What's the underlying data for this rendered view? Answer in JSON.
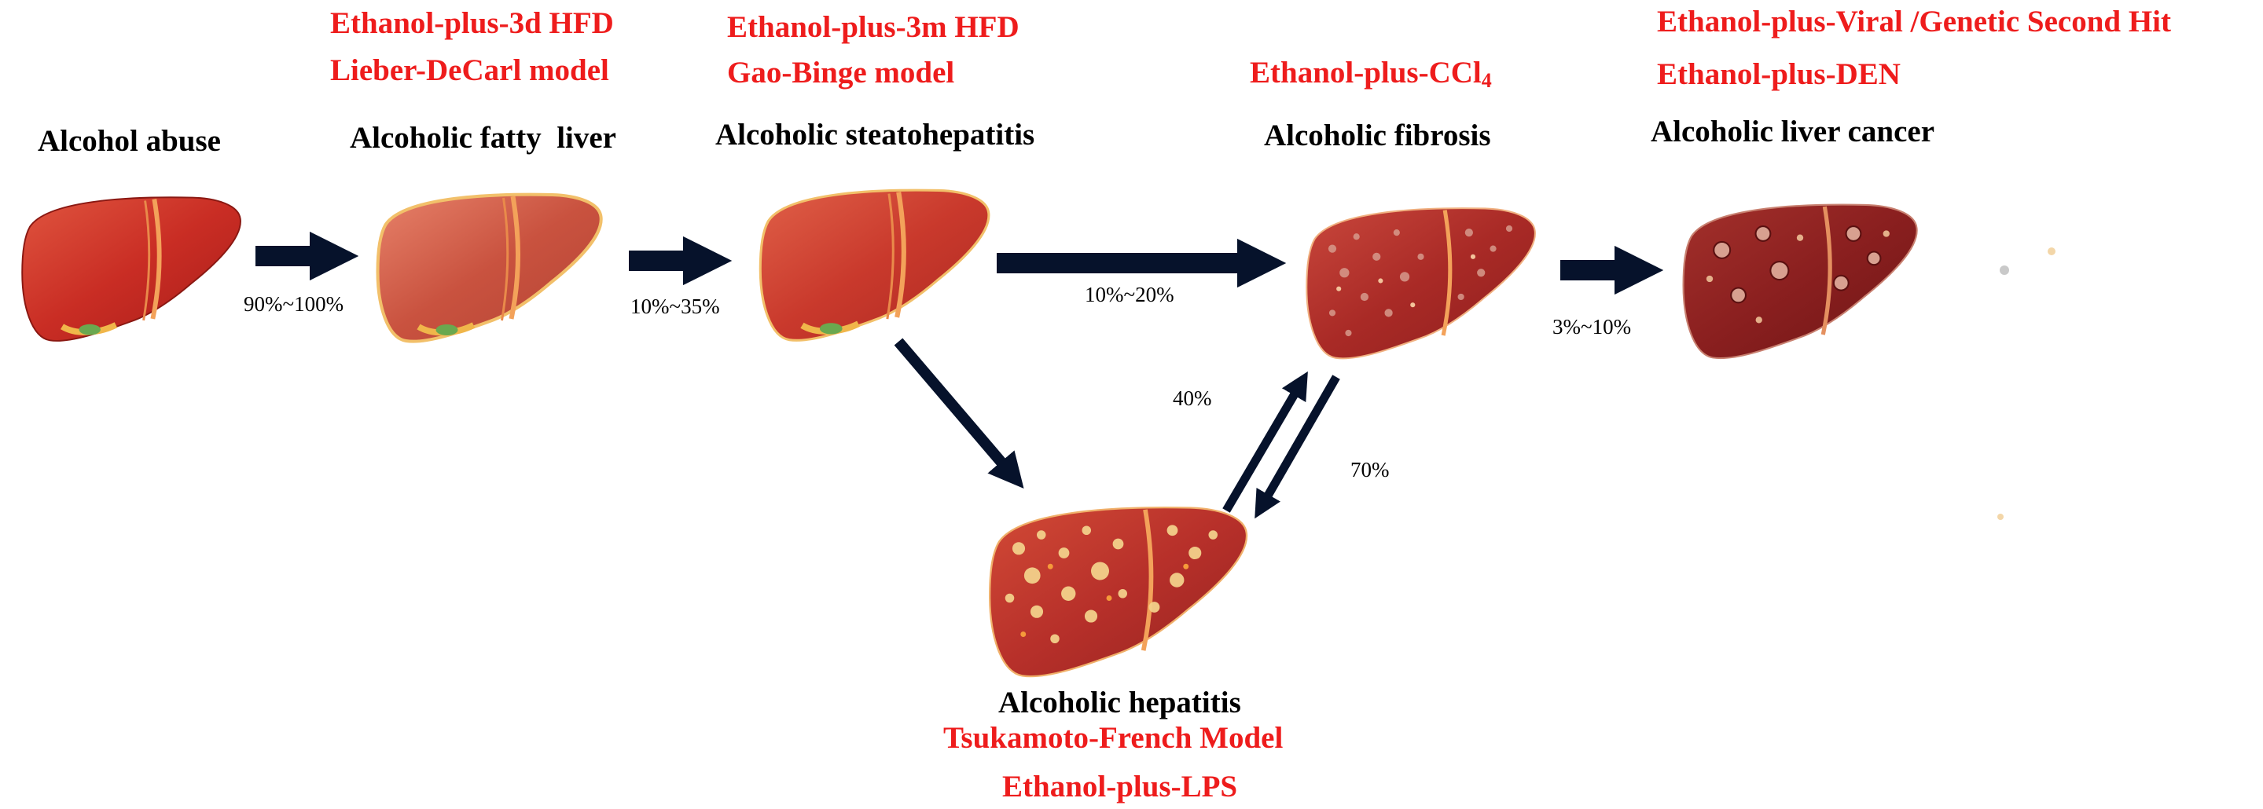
{
  "colors": {
    "model_text": "#ee1c1c",
    "stage_text": "#000000",
    "arrow": "#06122b",
    "liver_healthy": "#c8322a",
    "liver_fatty": "#c75443",
    "liver_diseased": "#8e2020"
  },
  "stages": {
    "abuse": "Alcohol abuse",
    "fatty_liver": "Alcoholic fatty  liver",
    "steatohepatitis": "Alcoholic steatohepatitis",
    "fibrosis": "Alcoholic fibrosis",
    "cancer": "Alcoholic liver cancer",
    "hepatitis": "Alcoholic hepatitis"
  },
  "models": {
    "fatty_1": "Ethanol-plus-3d HFD",
    "fatty_2": "Lieber-DeCarl model",
    "steato_1": "Ethanol-plus-3m HFD",
    "steato_2": "Gao-Binge model",
    "fibrosis_1_main": "Ethanol-plus-CCl",
    "fibrosis_1_sub": "4",
    "cancer_1": "Ethanol-plus-Viral /Genetic Second Hit",
    "cancer_2": "Ethanol-plus-DEN",
    "hepatitis_1": "Tsukamoto-French Model",
    "hepatitis_2": "Ethanol-plus-LPS"
  },
  "percentages": {
    "abuse_to_fatty": "90%~100%",
    "fatty_to_steato": "10%~35%",
    "steato_to_fibrosis": "10%~20%",
    "fibrosis_to_cancer": "3%~10%",
    "hepatitis_to_fibrosis": "40%",
    "fibrosis_to_hepatitis": "70%"
  },
  "icons": [
    "liver-healthy-icon",
    "liver-fatty-icon",
    "liver-steatohepatitis-icon",
    "liver-fibrosis-icon",
    "liver-cancer-icon",
    "liver-hepatitis-icon"
  ]
}
